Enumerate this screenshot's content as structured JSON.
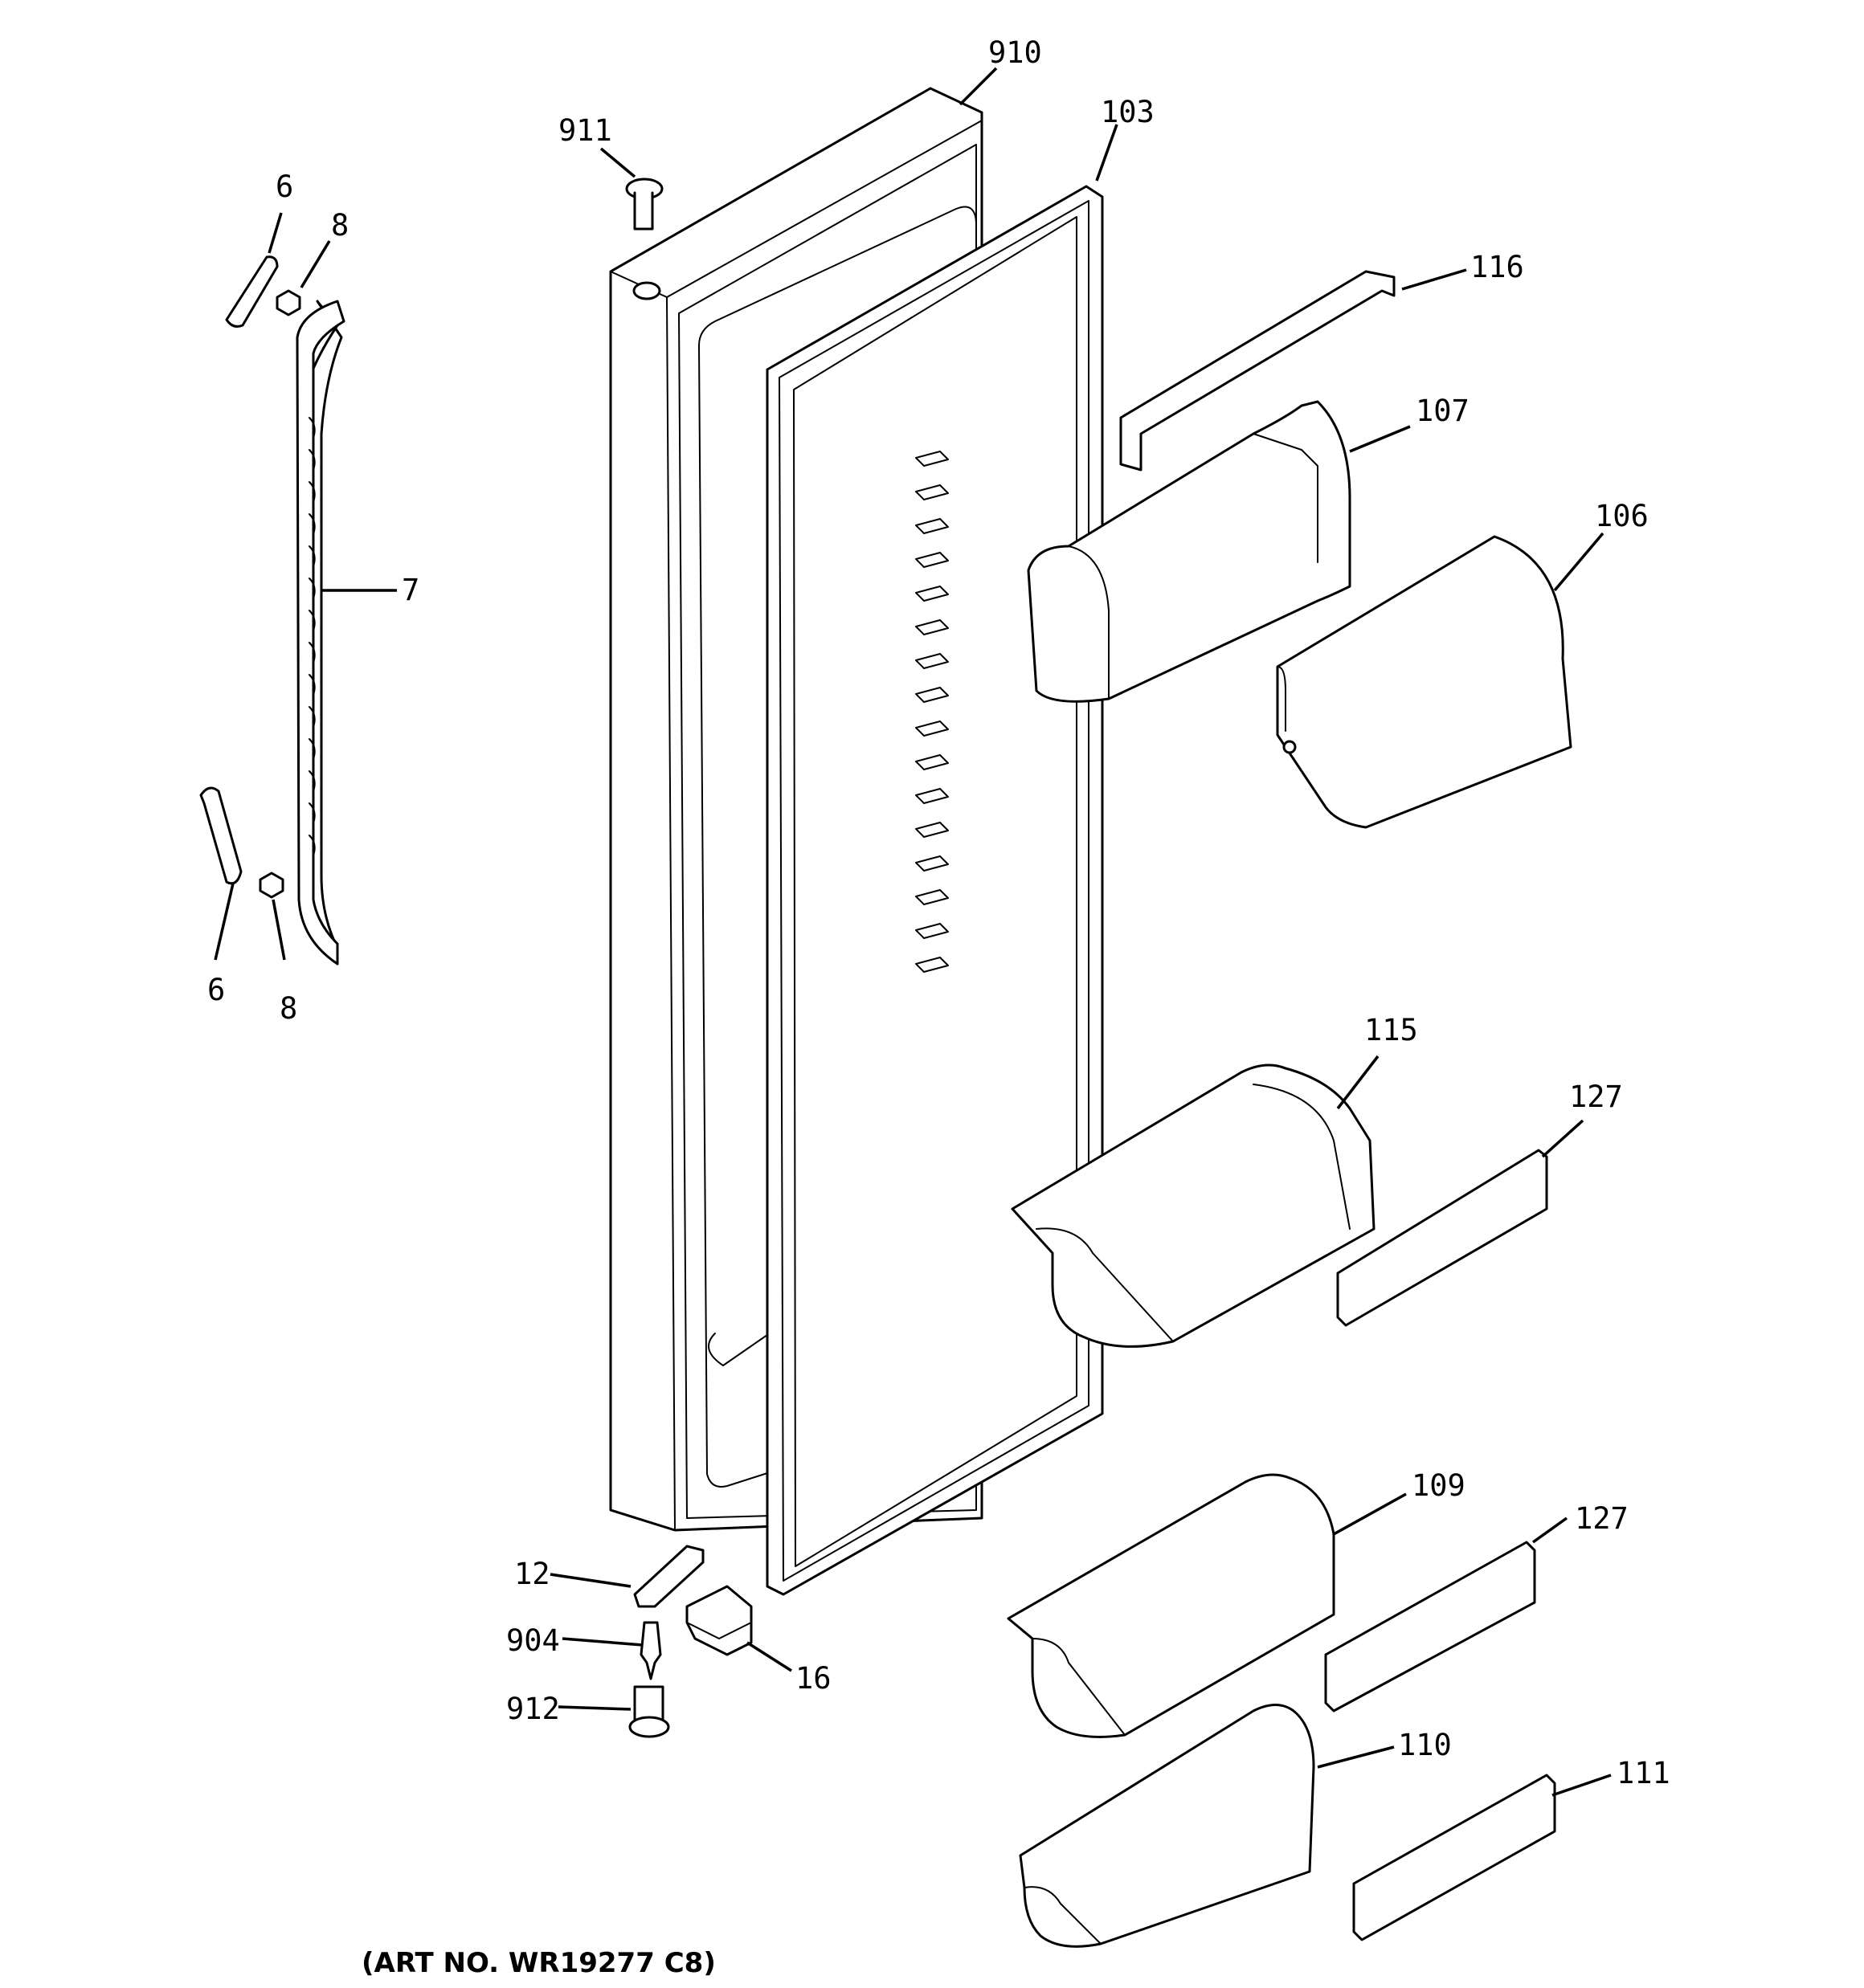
{
  "callouts": {
    "c910": "910",
    "c911": "911",
    "c103": "103",
    "c6_top": "6",
    "c8_top": "8",
    "c116": "116",
    "c107": "107",
    "c106": "106",
    "c7": "7",
    "c6_bottom": "6",
    "c8_bottom": "8",
    "c115": "115",
    "c127_upper": "127",
    "c109": "109",
    "c127_lower": "127",
    "c12": "12",
    "c904": "904",
    "c16": "16",
    "c912": "912",
    "c110": "110",
    "c111": "111"
  },
  "art_number": "(ART NO. WR19277 C8)"
}
